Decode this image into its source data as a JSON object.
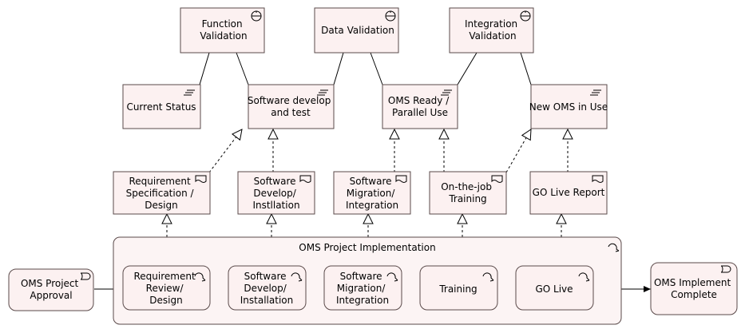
{
  "nodes": {
    "function_validation": [
      "Function",
      "Validation"
    ],
    "data_validation": [
      "Data Validation"
    ],
    "integration_validation": [
      "Integration",
      "Validation"
    ],
    "current_status": [
      "Current Status"
    ],
    "software_develop_test": [
      "Software develop",
      "and test"
    ],
    "oms_ready": [
      "OMS Ready /",
      "Parallel Use"
    ],
    "new_oms": [
      "New OMS in Use"
    ],
    "req_spec": [
      "Requirement",
      "Specification /",
      "Design"
    ],
    "sw_develop_install": [
      "Software",
      "Develop/",
      "Instllation"
    ],
    "sw_migration_integration": [
      "Software",
      "Migration/",
      "Integration"
    ],
    "otj_training": [
      "On-the-job",
      "Training"
    ],
    "go_live_report": [
      "GO Live Report"
    ],
    "oms_project_impl": [
      "OMS Project Implementation"
    ],
    "oms_project_approval": [
      "OMS Project",
      "Approval"
    ],
    "req_review": [
      "Requirement",
      "Review/",
      "Design"
    ],
    "sw_develop_installation": [
      "Software",
      "Develop/",
      "Installation"
    ],
    "sw_migration": [
      "Software",
      "Migration/",
      "Integration"
    ],
    "training": [
      "Training"
    ],
    "go_live": [
      "GO Live"
    ],
    "oms_implement_complete": [
      "OMS Implement",
      "Complete"
    ]
  },
  "colors": {
    "fill": "#fcf1f1",
    "stroke": "#5a4a4a",
    "text": "#000000"
  }
}
